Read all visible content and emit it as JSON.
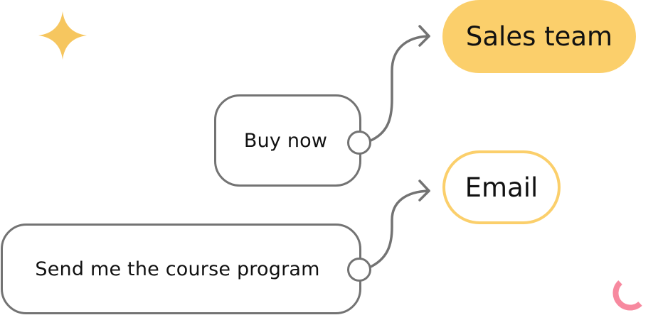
{
  "diagram": {
    "options": [
      {
        "id": "buy-now",
        "label": "Buy now"
      },
      {
        "id": "course-program",
        "label": "Send me the course program"
      }
    ],
    "targets": [
      {
        "id": "sales-team",
        "label": "Sales team",
        "style": "filled"
      },
      {
        "id": "email",
        "label": "Email",
        "style": "outlined"
      }
    ],
    "connections": [
      {
        "from": "buy-now",
        "to": "sales-team"
      },
      {
        "from": "course-program",
        "to": "email"
      }
    ]
  },
  "colors": {
    "accent_yellow": "#fbcf6b",
    "star_yellow": "#f6c65f",
    "connector_gray": "#737373",
    "decor_pink": "#f7899f"
  },
  "decorations": [
    "sparkle-star-icon",
    "pink-arc-icon"
  ]
}
